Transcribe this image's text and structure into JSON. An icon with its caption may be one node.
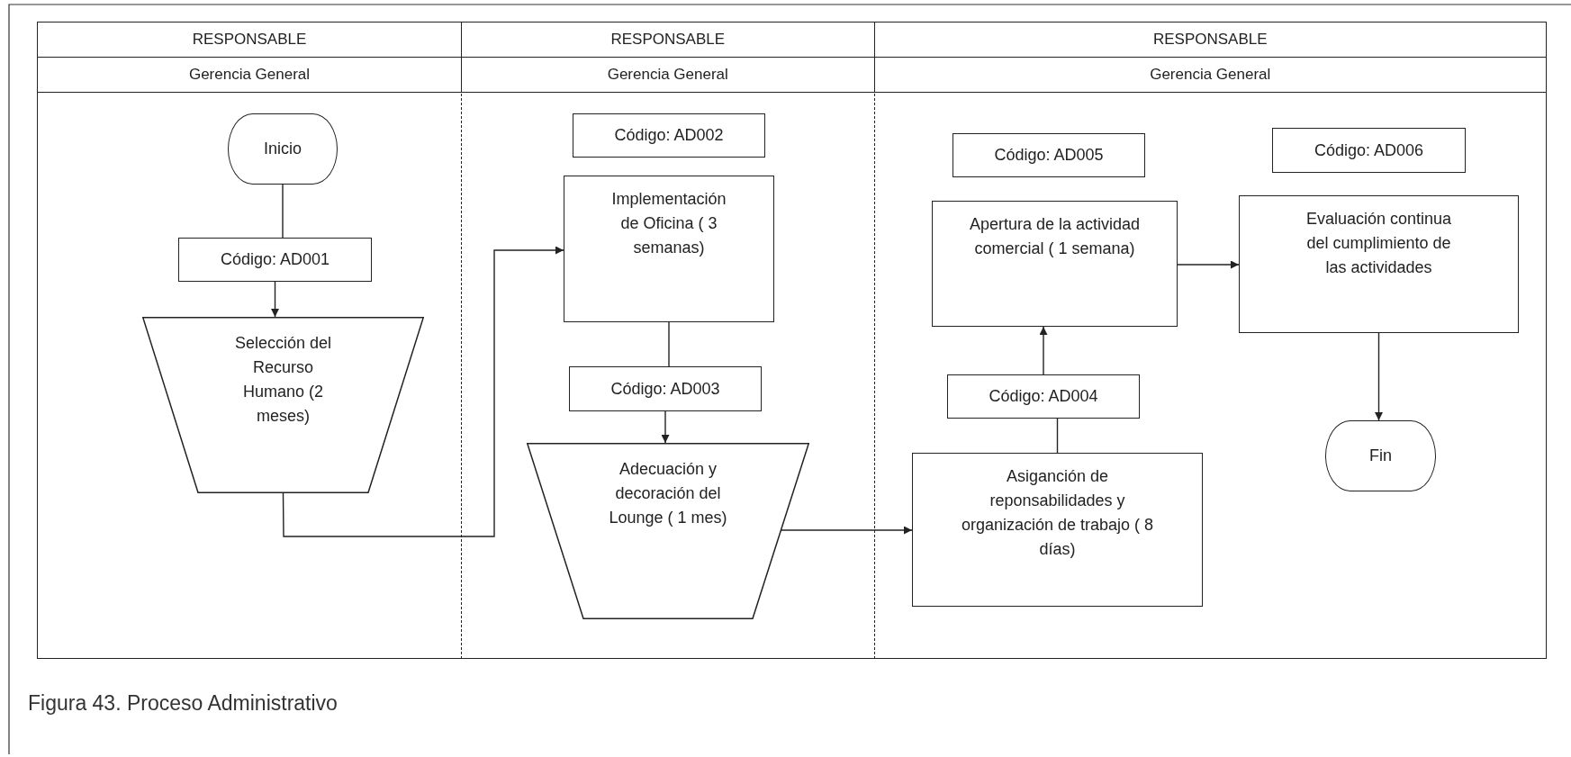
{
  "diagram": {
    "caption": "Figura 43. Proceso Administrativo",
    "nodes": [
      {
        "text": [
          "RESPONSABLE",
          "Gerencia General"
        ]
      },
      {
        "text": [
          "Inicio"
        ],
        "in": 0
      },
      {
        "text": [
          "Código: AD001"
        ],
        "in": 0
      },
      {
        "text": [
          "Selección del Recurso Humano (2 meses)"
        ],
        "in": 0
      },
      {
        "text": [
          "RESPONSABLE",
          "Gerencia General"
        ]
      },
      {
        "text": [
          "Código: AD002"
        ],
        "in": 4
      },
      {
        "text": [
          "Implementación de Oficina ( 3 semanas)"
        ],
        "in": 4
      },
      {
        "text": [
          "Código: AD003"
        ],
        "in": 4
      },
      {
        "text": [
          "Adecuación y decoración del Lounge ( 1 mes)"
        ],
        "in": 4
      },
      {
        "text": [
          "RESPONSABLE",
          "Gerencia General"
        ]
      },
      {
        "text": [
          "Código: AD005"
        ],
        "in": 9
      },
      {
        "text": [
          "Apertura de la actividad comercial ( 1 semana)"
        ],
        "in": 9
      },
      {
        "text": [
          "Código: AD004"
        ],
        "in": 9
      },
      {
        "text": [
          "Asiganción de reponsabilidades y organización de trabajo ( 8 días)"
        ],
        "in": 9
      },
      {
        "text": [
          "Código: AD006"
        ],
        "in": 9
      },
      {
        "text": [
          "Evaluación continua del cumplimiento de las actividades"
        ],
        "in": 9
      },
      {
        "text": [
          "Fin"
        ],
        "in": 9
      }
    ],
    "edges": [
      {
        "from": 1,
        "to": 2,
        "arrow": "none"
      },
      {
        "from": 2,
        "to": 3,
        "arrow": "to"
      },
      {
        "from": 3,
        "to": 6,
        "arrow": "to"
      },
      {
        "from": 6,
        "to": 7,
        "arrow": "none"
      },
      {
        "from": 7,
        "to": 8,
        "arrow": "to"
      },
      {
        "from": 8,
        "to": 13,
        "arrow": "to"
      },
      {
        "from": 13,
        "to": 12,
        "arrow": "none"
      },
      {
        "from": 12,
        "to": 11,
        "arrow": "to"
      },
      {
        "from": 11,
        "to": 15,
        "arrow": "to"
      },
      {
        "from": 15,
        "to": 16,
        "arrow": "to"
      }
    ]
  }
}
